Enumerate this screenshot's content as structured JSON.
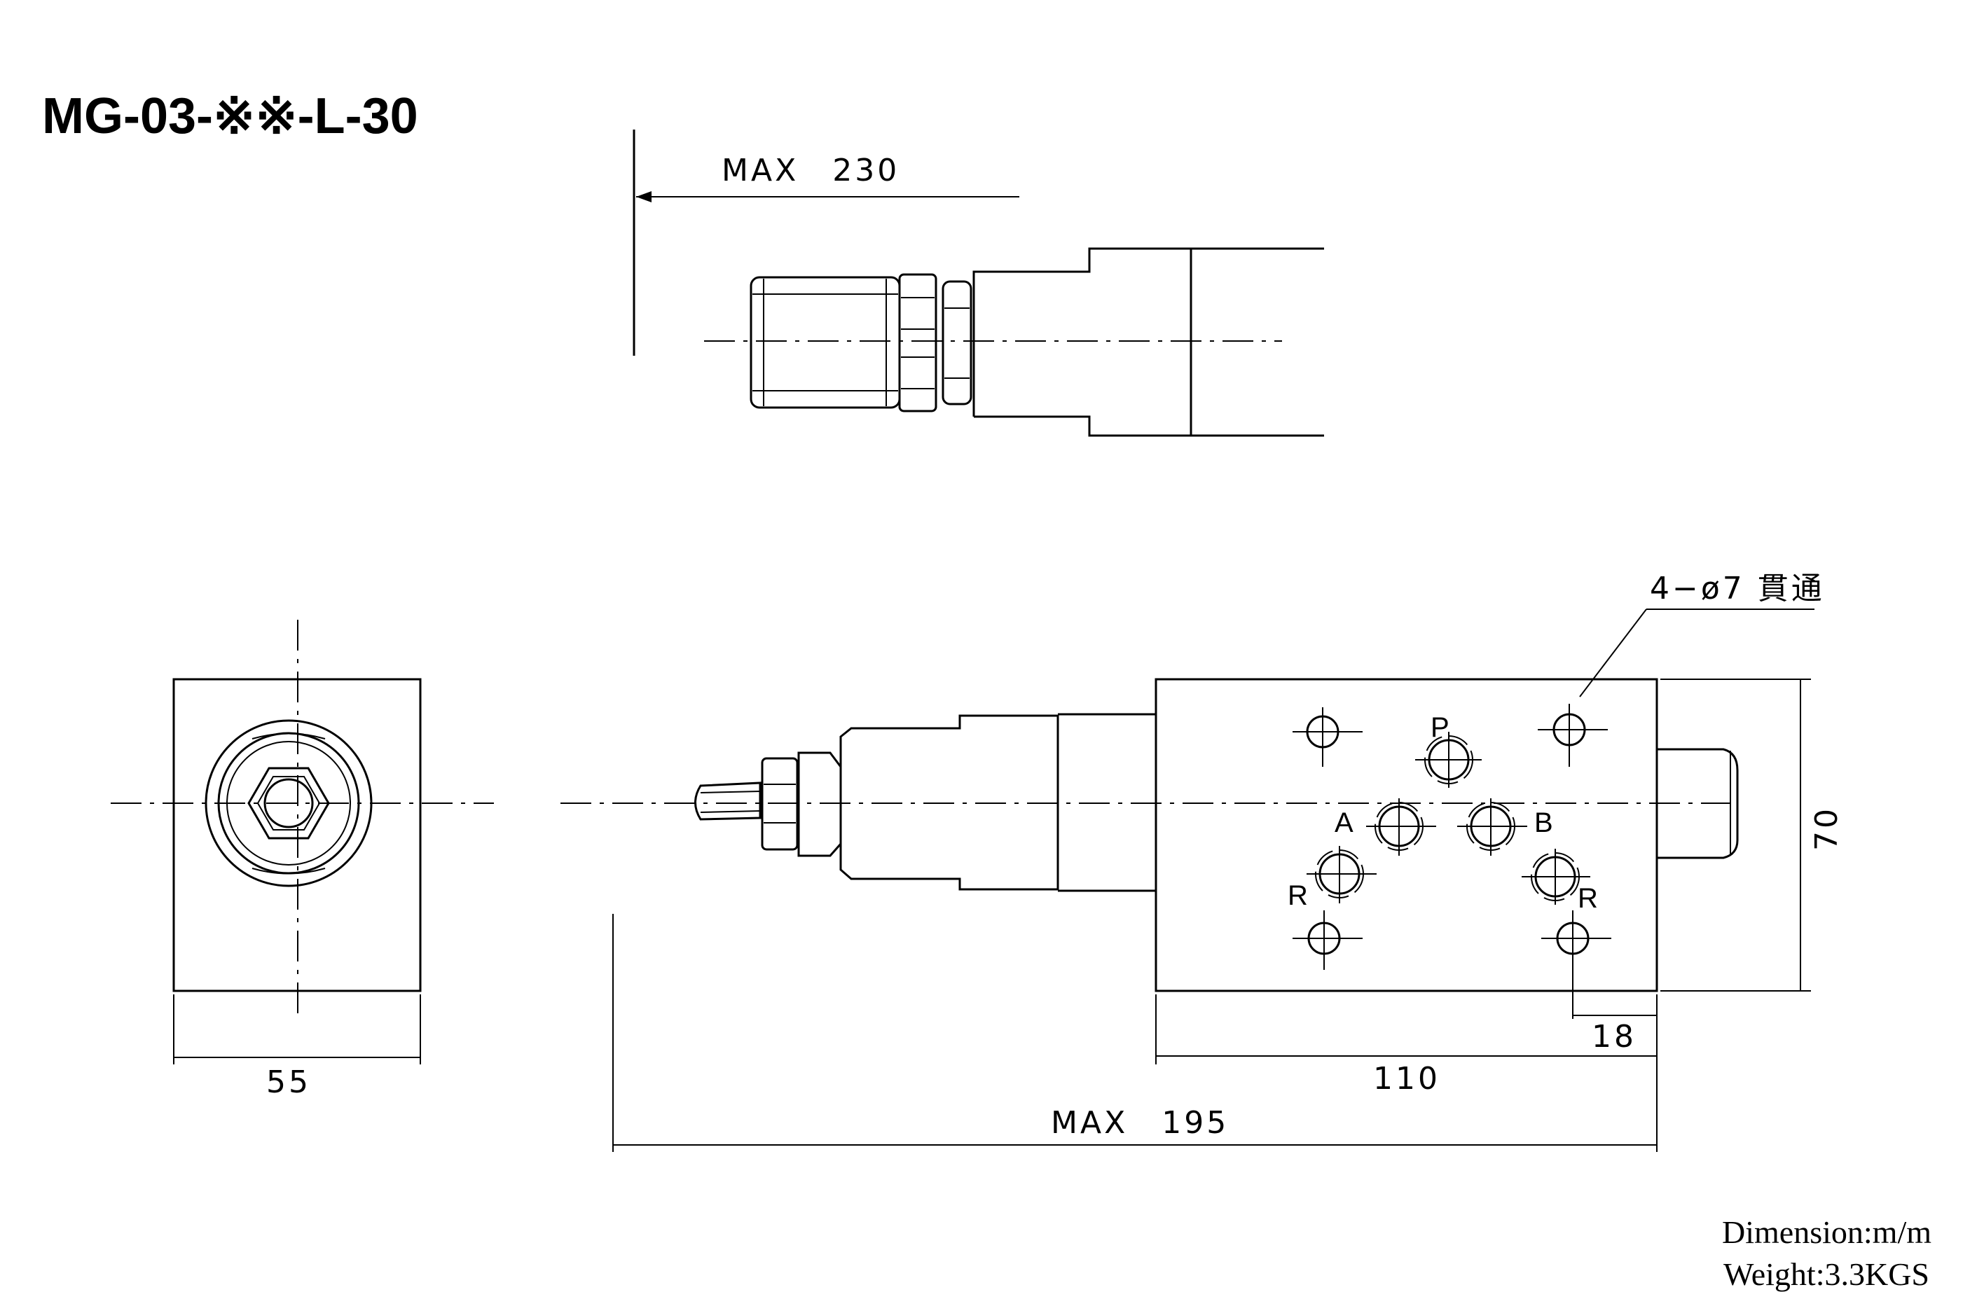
{
  "title": "MG-03-※※-L-30",
  "dimensions": {
    "top_max": "MAX　230",
    "width_55": "55",
    "length_110": "110",
    "offset_18": "18",
    "max_195": "MAX　195",
    "height_70": "70"
  },
  "holes_note": "4−ø7 貫通",
  "ports": {
    "p": "P",
    "a": "A",
    "b": "B",
    "r_left": "R",
    "r_right": "R"
  },
  "notes": {
    "dimension": "Dimension:m/m",
    "weight": "Weight:3.3KGS"
  }
}
